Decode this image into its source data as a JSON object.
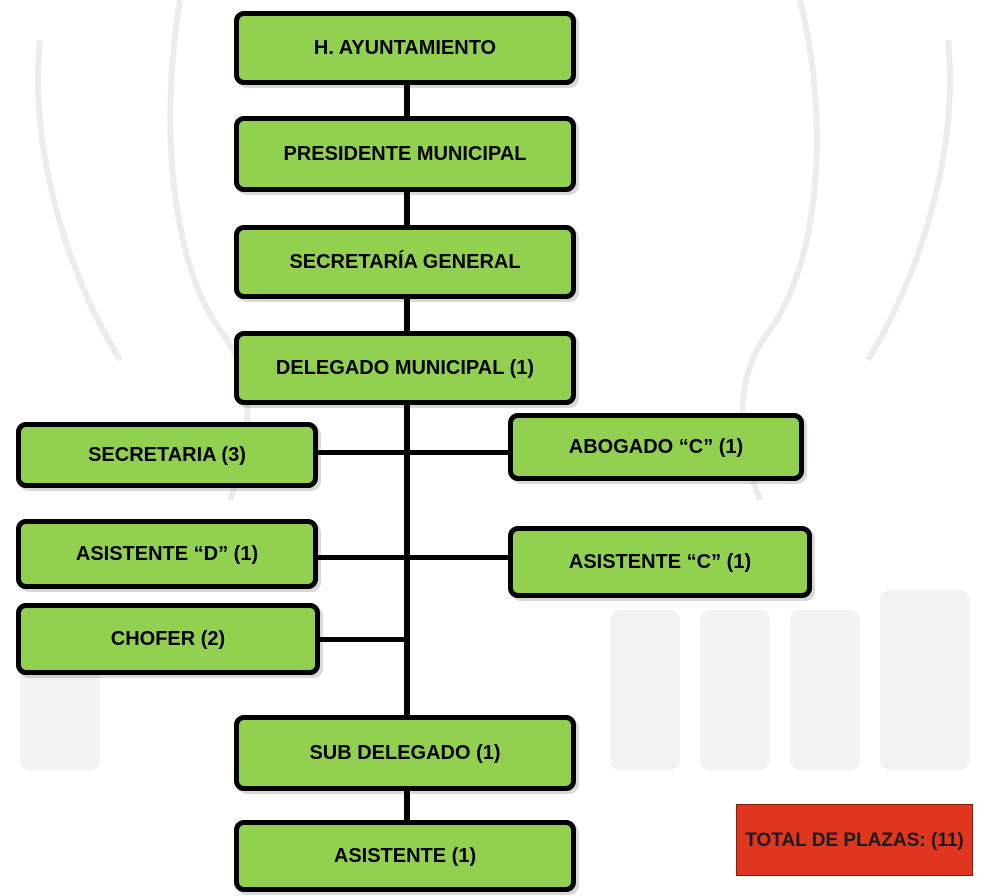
{
  "org_chart": {
    "root": "H. AYUNTAMIENTO",
    "president": "PRESIDENTE MUNICIPAL",
    "general_secretary": "SECRETARÍA GENERAL",
    "delegate": "DELEGADO MUNICIPAL (1)",
    "secretaria": "SECRETARIA (3)",
    "abogado": "ABOGADO “C” (1)",
    "asistente_d": "ASISTENTE “D” (1)",
    "asistente_c": "ASISTENTE “C” (1)",
    "chofer": "CHOFER (2)",
    "sub_delegate": "SUB DELEGADO (1)",
    "asistente": "ASISTENTE (1)"
  },
  "total": "TOTAL DE PLAZAS: (11)",
  "colors": {
    "box_fill": "#92d050",
    "border": "#000000",
    "total_fill": "#e0351e"
  }
}
